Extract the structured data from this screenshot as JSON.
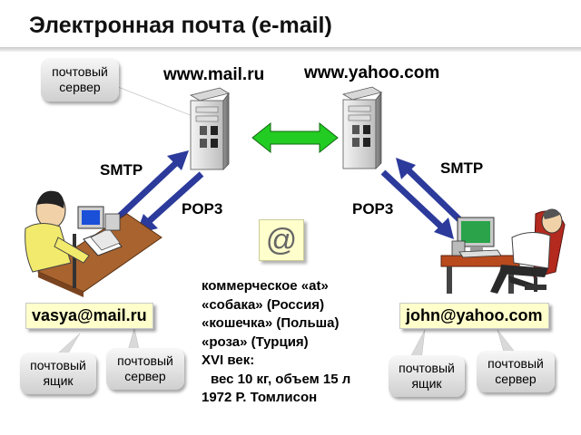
{
  "title": "Электронная почта (e-mail)",
  "hosts": {
    "left": "www.mail.ru",
    "right": "www.yahoo.com"
  },
  "protocols": {
    "smtp_left": "SMTP",
    "smtp_right": "SMTP",
    "pop_left": "POP3",
    "pop_right": "POP3"
  },
  "callouts": {
    "top": [
      "почтовый",
      "сервер"
    ],
    "bl_mailbox": [
      "почтовый",
      "ящик"
    ],
    "bl_server": [
      "почтовый",
      "сервер"
    ],
    "br_mailbox": [
      "почтовый",
      "ящик"
    ],
    "br_server": [
      "почтовый",
      "сервер"
    ]
  },
  "addresses": {
    "left": "vasya@mail.ru",
    "right": "john@yahoo.com"
  },
  "at_symbol": "@",
  "notes": [
    "коммерческое «at»",
    "«собака» (Россия)",
    "«кошечка» (Польша)",
    "«роза» (Турция)",
    "XVI век:",
    "вес 10 кг, объем 15 л",
    "1972 Р. Томлисон"
  ],
  "colors": {
    "arrow_blue": "#2b3a9b",
    "arrow_green": "#22cc22",
    "label_bg": "#ffffcc"
  }
}
